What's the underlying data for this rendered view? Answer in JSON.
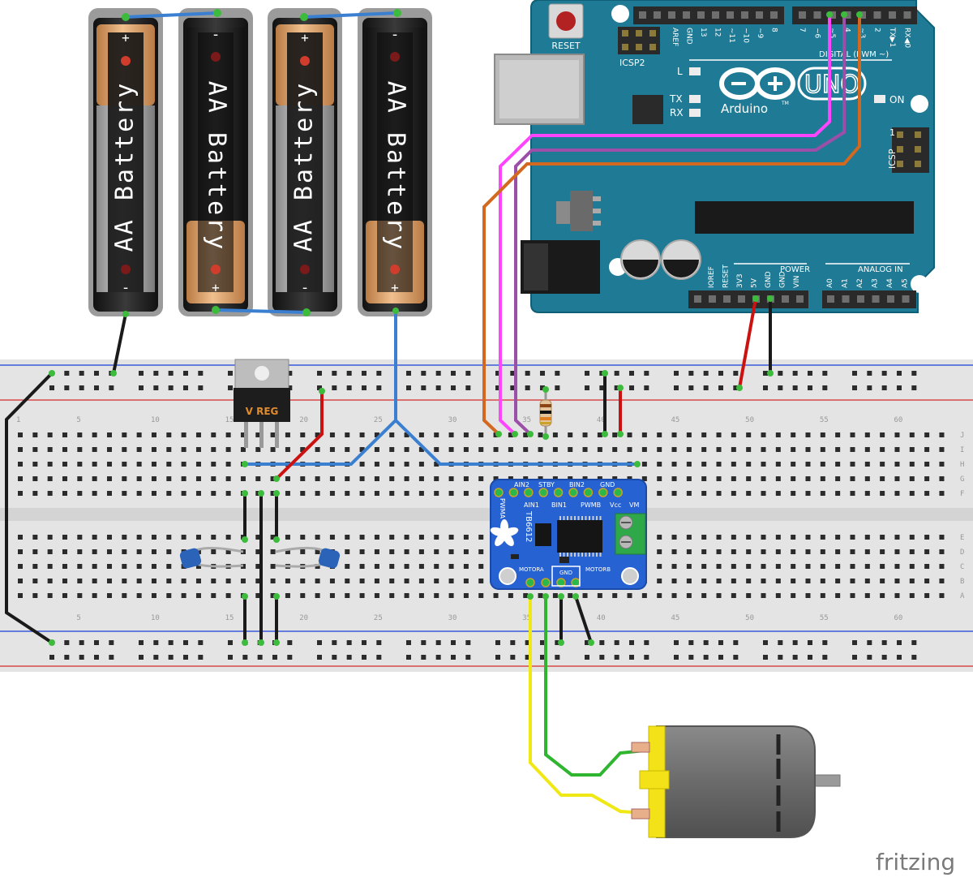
{
  "batteries": [
    {
      "label": "AA Battery",
      "plus": "+",
      "minus": "-"
    },
    {
      "label": "AA Battery",
      "plus": "+",
      "minus": "-"
    },
    {
      "label": "AA Battery",
      "plus": "+",
      "minus": "-"
    },
    {
      "label": "AA Battery",
      "plus": "+",
      "minus": "-"
    }
  ],
  "arduino": {
    "reset": "RESET",
    "icsp2": "ICSP2",
    "icsp": "ICSP",
    "icsp_pin1": "1",
    "logo_text": "Arduino",
    "tm": "TM",
    "model": "UNO",
    "led_l": "L",
    "led_tx": "TX",
    "led_rx": "RX",
    "led_on": "ON",
    "digital_label": "DIGITAL (PWM ~)",
    "power_label": "POWER",
    "analog_label": "ANALOG IN",
    "top_pins_left": [
      "AREF",
      "GND",
      "13",
      "12",
      "~11",
      "~10",
      "~9",
      "8"
    ],
    "top_pins_right": [
      "7",
      "~6",
      "~5",
      "4",
      "~3",
      "2",
      "TX▶1",
      "RX◀0"
    ],
    "power_pins": [
      "IOREF",
      "RESET",
      "3V3",
      "5V",
      "GND",
      "GND",
      "VIN"
    ],
    "analog_pins": [
      "A0",
      "A1",
      "A2",
      "A3",
      "A4",
      "A5"
    ]
  },
  "breadboard": {
    "col_numbers": [
      "5",
      "10",
      "15",
      "20",
      "25",
      "30",
      "35",
      "40",
      "45",
      "50",
      "55",
      "60"
    ],
    "row_letters_top": [
      "J",
      "I",
      "H",
      "G",
      "F"
    ],
    "row_letters_bottom": [
      "E",
      "D",
      "C",
      "B",
      "A"
    ],
    "first_col": "1"
  },
  "regulator": {
    "label": "V REG"
  },
  "driver": {
    "chip": "TB6612",
    "pins_top": [
      "AIN2",
      "STBY",
      "BIN2",
      "GND"
    ],
    "pins_mid": [
      "AIN1",
      "BIN1",
      "PWMB",
      "Vcc",
      "VM"
    ],
    "pwma": "PWMA",
    "motora": "MOTORA",
    "gnd": "GND",
    "motorb": "MOTORB"
  },
  "footer": {
    "brand": "fritzing"
  },
  "colors": {
    "arduino_blue": "#1f7b95",
    "breadboard": "#e6e6e6",
    "wire_blue": "#3a7fd0",
    "wire_red": "#cc1111",
    "wire_black": "#1a1a1a",
    "wire_orange": "#d2691e",
    "wire_magenta": "#ff44ff",
    "wire_purple": "#9b4fa8",
    "wire_yellow": "#f0e814",
    "wire_green": "#2fb52f",
    "driver_blue": "#2762d2",
    "motor_yellow": "#f4e218"
  }
}
